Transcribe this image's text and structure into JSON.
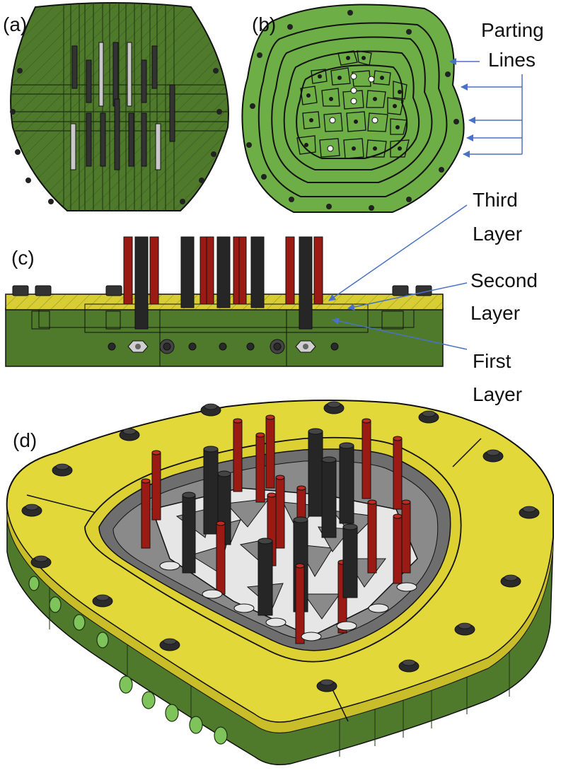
{
  "panels": {
    "a": "(a)",
    "b": "(b)",
    "c": "(c)",
    "d": "(d)"
  },
  "annotations": {
    "parting_lines": [
      "Parting",
      "Lines"
    ],
    "third_layer": [
      "Third",
      "Layer"
    ],
    "second_layer": [
      "Second",
      "Layer"
    ],
    "first_layer": [
      "First",
      "Layer"
    ]
  },
  "colors": {
    "mold_green": "#4f7a2c",
    "mold_green_light": "#5f8f36",
    "plate_green": "#6dae46",
    "yellow_layer": "#e2d83a",
    "pin_red": "#9c1a14",
    "pin_black": "#262626",
    "lattice": "#e6e6e6",
    "cavity_gray": "#7d7d7d",
    "arrow_blue": "#4a72c4"
  }
}
